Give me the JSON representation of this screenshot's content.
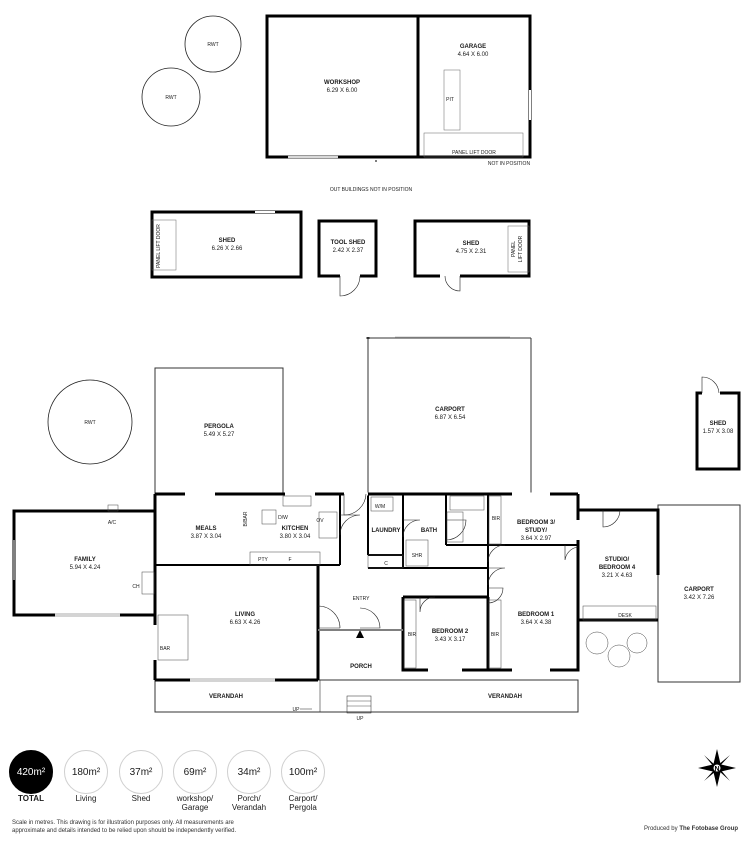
{
  "outbuildings": {
    "rwt_tanks": [
      "RWT",
      "RWT"
    ],
    "workshop": {
      "name": "WORKSHOP",
      "dims": "6.29 X 6.00"
    },
    "garage": {
      "name": "GARAGE",
      "dims": "4.64 X 6.00",
      "pit": "PIT",
      "door": "PANEL LIFT DOOR",
      "note": "NOT IN POSITION"
    },
    "note": "OUT BUILDINGS NOT IN POSITION",
    "shed_a": {
      "name": "SHED",
      "dims": "6.26 X 2.66",
      "door": "PANEL LIFT DOOR"
    },
    "tool_shed": {
      "name": "TOOL SHED",
      "dims": "2.42 X 2.37"
    },
    "shed_b": {
      "name": "SHED",
      "dims": "4.75 X 2.31",
      "door_1": "PANEL",
      "door_2": "LIFT DOOR"
    }
  },
  "house": {
    "rwt": "RWT",
    "pergola": {
      "name": "PERGOLA",
      "dims": "5.49 X 5.27"
    },
    "carport_main": {
      "name": "CARPORT",
      "dims": "6.87 X 6.54"
    },
    "shed_c": {
      "name": "SHED",
      "dims": "1.57 X 3.08"
    },
    "family": {
      "name": "FAMILY",
      "dims": "5.94 X 4.24",
      "ac": "A/C",
      "ch": "CH"
    },
    "meals": {
      "name": "MEALS",
      "dims": "3.87 X 3.04"
    },
    "kitchen": {
      "name": "KITCHEN",
      "dims": "3.80 X 3.04",
      "bbar": "B/BAR",
      "dw": "D/W",
      "ov": "OV",
      "pty": "PTY",
      "f": "F"
    },
    "laundry": {
      "name": "LAUNDRY",
      "wm": "W/M",
      "c": "C"
    },
    "bath": {
      "name": "BATH",
      "shr": "SHR"
    },
    "bed3": {
      "name": "BEDROOM 3/",
      "name2": "STUDY/",
      "dims": "3.64 X 2.97",
      "bir": "BIR"
    },
    "studio": {
      "name": "STUDIO/",
      "name2": "BEDROOM 4",
      "dims": "3.21 X 4.63",
      "desk": "DESK"
    },
    "carport_side": {
      "name": "CARPORT",
      "dims": "3.42 X 7.26"
    },
    "living": {
      "name": "LIVING",
      "dims": "6.63 X 4.26",
      "bar": "BAR"
    },
    "entry": "ENTRY",
    "bed2": {
      "name": "BEDROOM 2",
      "dims": "3.43 X 3.17",
      "bir": "BIR"
    },
    "bed1": {
      "name": "BEDROOM 1",
      "dims": "3.64 X 4.38",
      "bir": "BIR"
    },
    "porch": "PORCH",
    "verandah_left": "VERANDAH",
    "verandah_right": "VERANDAH",
    "up_1": "UP",
    "up_2": "UP"
  },
  "summary": [
    {
      "value": "420m²",
      "label": "TOTAL",
      "label2": ""
    },
    {
      "value": "180m²",
      "label": "Living",
      "label2": ""
    },
    {
      "value": "37m²",
      "label": "Shed",
      "label2": ""
    },
    {
      "value": "69m²",
      "label": "workshop/",
      "label2": "Garage"
    },
    {
      "value": "34m²",
      "label": "Porch/",
      "label2": "Verandah"
    },
    {
      "value": "100m²",
      "label": "Carport/",
      "label2": "Pergola"
    }
  ],
  "disclaimer_1": "Scale in metres. This drawing is for illustration purposes only. All measurements are",
  "disclaimer_2": "approximate and details intended to be relied upon should be independently verified.",
  "credit_prefix": "Produced by",
  "credit_brand": "The Fotobase Group",
  "compass_letter": "N"
}
